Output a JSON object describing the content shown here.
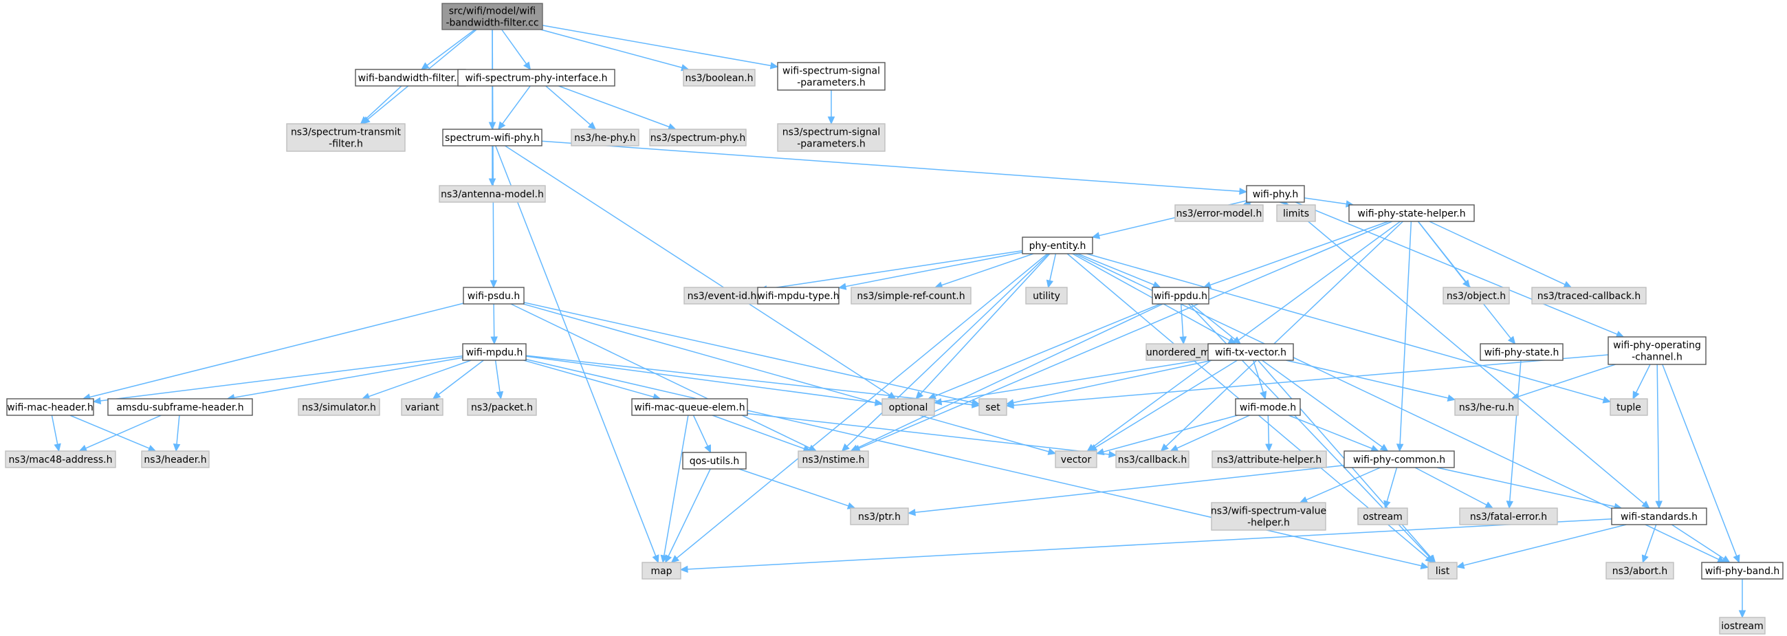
{
  "nodes": [
    {
      "id": "root",
      "lines": [
        "src/wifi/model/wifi",
        "-bandwidth-filter.cc"
      ],
      "kind": "root"
    },
    {
      "id": "wbf",
      "lines": [
        "wifi-bandwidth-filter.h"
      ],
      "kind": "internal"
    },
    {
      "id": "wspi",
      "lines": [
        "wifi-spectrum-phy-interface.h"
      ],
      "kind": "internal"
    },
    {
      "id": "boolean",
      "lines": [
        "ns3/boolean.h"
      ],
      "kind": "external"
    },
    {
      "id": "wssp",
      "lines": [
        "wifi-spectrum-signal",
        "-parameters.h"
      ],
      "kind": "internal"
    },
    {
      "id": "stf",
      "lines": [
        "ns3/spectrum-transmit",
        "-filter.h"
      ],
      "kind": "external"
    },
    {
      "id": "swp",
      "lines": [
        "spectrum-wifi-phy.h"
      ],
      "kind": "internal"
    },
    {
      "id": "hephy",
      "lines": [
        "ns3/he-phy.h"
      ],
      "kind": "external"
    },
    {
      "id": "sphy",
      "lines": [
        "ns3/spectrum-phy.h"
      ],
      "kind": "external"
    },
    {
      "id": "ssp",
      "lines": [
        "ns3/spectrum-signal",
        "-parameters.h"
      ],
      "kind": "external"
    },
    {
      "id": "antenna",
      "lines": [
        "ns3/antenna-model.h"
      ],
      "kind": "external"
    },
    {
      "id": "wifiphy",
      "lines": [
        "wifi-phy.h"
      ],
      "kind": "internal"
    },
    {
      "id": "errmodel",
      "lines": [
        "ns3/error-model.h"
      ],
      "kind": "external"
    },
    {
      "id": "limits",
      "lines": [
        "limits"
      ],
      "kind": "external"
    },
    {
      "id": "wpsh",
      "lines": [
        "wifi-phy-state-helper.h"
      ],
      "kind": "internal"
    },
    {
      "id": "phyentity",
      "lines": [
        "phy-entity.h"
      ],
      "kind": "internal"
    },
    {
      "id": "eventid",
      "lines": [
        "ns3/event-id.h"
      ],
      "kind": "external"
    },
    {
      "id": "mpdutype",
      "lines": [
        "wifi-mpdu-type.h"
      ],
      "kind": "internal"
    },
    {
      "id": "simpleref",
      "lines": [
        "ns3/simple-ref-count.h"
      ],
      "kind": "external"
    },
    {
      "id": "utility",
      "lines": [
        "utility"
      ],
      "kind": "external"
    },
    {
      "id": "wppdu",
      "lines": [
        "wifi-ppdu.h"
      ],
      "kind": "internal"
    },
    {
      "id": "object",
      "lines": [
        "ns3/object.h"
      ],
      "kind": "external"
    },
    {
      "id": "traced",
      "lines": [
        "ns3/traced-callback.h"
      ],
      "kind": "external"
    },
    {
      "id": "wpsdu",
      "lines": [
        "wifi-psdu.h"
      ],
      "kind": "internal"
    },
    {
      "id": "unordered",
      "lines": [
        "unordered_map"
      ],
      "kind": "external"
    },
    {
      "id": "wphystate",
      "lines": [
        "wifi-phy-state.h"
      ],
      "kind": "internal"
    },
    {
      "id": "wpoc",
      "lines": [
        "wifi-phy-operating",
        "-channel.h"
      ],
      "kind": "internal"
    },
    {
      "id": "wmpdu",
      "lines": [
        "wifi-mpdu.h"
      ],
      "kind": "internal"
    },
    {
      "id": "txvec",
      "lines": [
        "wifi-tx-vector.h"
      ],
      "kind": "internal"
    },
    {
      "id": "wmh",
      "lines": [
        "wifi-mac-header.h"
      ],
      "kind": "internal"
    },
    {
      "id": "amsdu",
      "lines": [
        "amsdu-subframe-header.h"
      ],
      "kind": "internal"
    },
    {
      "id": "simulator",
      "lines": [
        "ns3/simulator.h"
      ],
      "kind": "external"
    },
    {
      "id": "variant",
      "lines": [
        "variant"
      ],
      "kind": "external"
    },
    {
      "id": "packet",
      "lines": [
        "ns3/packet.h"
      ],
      "kind": "external"
    },
    {
      "id": "wmqe",
      "lines": [
        "wifi-mac-queue-elem.h"
      ],
      "kind": "internal"
    },
    {
      "id": "optional",
      "lines": [
        "optional"
      ],
      "kind": "external"
    },
    {
      "id": "set",
      "lines": [
        "set"
      ],
      "kind": "external"
    },
    {
      "id": "wmode",
      "lines": [
        "wifi-mode.h"
      ],
      "kind": "internal"
    },
    {
      "id": "heru",
      "lines": [
        "ns3/he-ru.h"
      ],
      "kind": "external"
    },
    {
      "id": "tuple",
      "lines": [
        "tuple"
      ],
      "kind": "external"
    },
    {
      "id": "mac48",
      "lines": [
        "ns3/mac48-address.h"
      ],
      "kind": "external"
    },
    {
      "id": "header",
      "lines": [
        "ns3/header.h"
      ],
      "kind": "external"
    },
    {
      "id": "qos",
      "lines": [
        "qos-utils.h"
      ],
      "kind": "internal"
    },
    {
      "id": "nstime",
      "lines": [
        "ns3/nstime.h"
      ],
      "kind": "external"
    },
    {
      "id": "vector",
      "lines": [
        "vector"
      ],
      "kind": "external"
    },
    {
      "id": "callback",
      "lines": [
        "ns3/callback.h"
      ],
      "kind": "external"
    },
    {
      "id": "attrhelper",
      "lines": [
        "ns3/attribute-helper.h"
      ],
      "kind": "external"
    },
    {
      "id": "wpc",
      "lines": [
        "wifi-phy-common.h"
      ],
      "kind": "internal"
    },
    {
      "id": "ptr",
      "lines": [
        "ns3/ptr.h"
      ],
      "kind": "external"
    },
    {
      "id": "wsvh",
      "lines": [
        "ns3/wifi-spectrum-value",
        "-helper.h"
      ],
      "kind": "external"
    },
    {
      "id": "ostream",
      "lines": [
        "ostream"
      ],
      "kind": "external"
    },
    {
      "id": "fatal",
      "lines": [
        "ns3/fatal-error.h"
      ],
      "kind": "external"
    },
    {
      "id": "wstd",
      "lines": [
        "wifi-standards.h"
      ],
      "kind": "internal"
    },
    {
      "id": "map",
      "lines": [
        "map"
      ],
      "kind": "external"
    },
    {
      "id": "list",
      "lines": [
        "list"
      ],
      "kind": "external"
    },
    {
      "id": "abort",
      "lines": [
        "ns3/abort.h"
      ],
      "kind": "external"
    },
    {
      "id": "wpband",
      "lines": [
        "wifi-phy-band.h"
      ],
      "kind": "internal"
    },
    {
      "id": "iostream",
      "lines": [
        "iostream"
      ],
      "kind": "external"
    }
  ],
  "edges": [
    [
      "root",
      "wbf"
    ],
    [
      "root",
      "wspi"
    ],
    [
      "root",
      "boolean"
    ],
    [
      "root",
      "wssp"
    ],
    [
      "root",
      "stf"
    ],
    [
      "root",
      "swp"
    ],
    [
      "root",
      "wpsdu"
    ],
    [
      "wbf",
      "stf"
    ],
    [
      "wspi",
      "swp"
    ],
    [
      "wspi",
      "hephy"
    ],
    [
      "wspi",
      "sphy"
    ],
    [
      "wssp",
      "ssp"
    ],
    [
      "swp",
      "antenna"
    ],
    [
      "swp",
      "wifiphy"
    ],
    [
      "swp",
      "map"
    ],
    [
      "swp",
      "optional"
    ],
    [
      "wifiphy",
      "phyentity"
    ],
    [
      "wifiphy",
      "errmodel"
    ],
    [
      "wifiphy",
      "limits"
    ],
    [
      "wifiphy",
      "wpsh"
    ],
    [
      "wifiphy",
      "wpoc"
    ],
    [
      "wifiphy",
      "wstd"
    ],
    [
      "phyentity",
      "eventid"
    ],
    [
      "phyentity",
      "mpdutype"
    ],
    [
      "phyentity",
      "simpleref"
    ],
    [
      "phyentity",
      "utility"
    ],
    [
      "phyentity",
      "wppdu"
    ],
    [
      "phyentity",
      "txvec"
    ],
    [
      "phyentity",
      "optional"
    ],
    [
      "phyentity",
      "map"
    ],
    [
      "phyentity",
      "list"
    ],
    [
      "phyentity",
      "tuple"
    ],
    [
      "phyentity",
      "nstime"
    ],
    [
      "phyentity",
      "wpband"
    ],
    [
      "wpsh",
      "object"
    ],
    [
      "wpsh",
      "traced"
    ],
    [
      "wpsh",
      "wppdu"
    ],
    [
      "wpsh",
      "wphystate"
    ],
    [
      "wpsh",
      "wpc"
    ],
    [
      "wpsh",
      "nstime"
    ],
    [
      "wpsh",
      "callback"
    ],
    [
      "wpsh",
      "vector"
    ],
    [
      "wppdu",
      "unordered"
    ],
    [
      "wppdu",
      "txvec"
    ],
    [
      "wppdu",
      "optional"
    ],
    [
      "wppdu",
      "nstime"
    ],
    [
      "wppdu",
      "list"
    ],
    [
      "wpsdu",
      "wmpdu"
    ],
    [
      "wpsdu",
      "wmh"
    ],
    [
      "wpsdu",
      "set"
    ],
    [
      "wpsdu",
      "nstime"
    ],
    [
      "wpsdu",
      "vector"
    ],
    [
      "wmpdu",
      "wmh"
    ],
    [
      "wmpdu",
      "amsdu"
    ],
    [
      "wmpdu",
      "simulator"
    ],
    [
      "wmpdu",
      "variant"
    ],
    [
      "wmpdu",
      "packet"
    ],
    [
      "wmpdu",
      "wmqe"
    ],
    [
      "wmpdu",
      "optional"
    ],
    [
      "wmpdu",
      "set"
    ],
    [
      "wmpdu",
      "list"
    ],
    [
      "wmh",
      "mac48"
    ],
    [
      "wmh",
      "header"
    ],
    [
      "amsdu",
      "mac48"
    ],
    [
      "amsdu",
      "header"
    ],
    [
      "wmqe",
      "qos"
    ],
    [
      "wmqe",
      "nstime"
    ],
    [
      "wmqe",
      "callback"
    ],
    [
      "wmqe",
      "map"
    ],
    [
      "qos",
      "ptr"
    ],
    [
      "qos",
      "map"
    ],
    [
      "txvec",
      "wmode"
    ],
    [
      "txvec",
      "wpc"
    ],
    [
      "txvec",
      "heru"
    ],
    [
      "txvec",
      "optional"
    ],
    [
      "txvec",
      "set"
    ],
    [
      "txvec",
      "vector"
    ],
    [
      "txvec",
      "list"
    ],
    [
      "wmode",
      "callback"
    ],
    [
      "wmode",
      "attrhelper"
    ],
    [
      "wmode",
      "wpc"
    ],
    [
      "wmode",
      "vector"
    ],
    [
      "wphystate",
      "fatal"
    ],
    [
      "wpoc",
      "set"
    ],
    [
      "wpoc",
      "tuple"
    ],
    [
      "wpoc",
      "heru"
    ],
    [
      "wpoc",
      "wstd"
    ],
    [
      "wpoc",
      "wpband"
    ],
    [
      "wpc",
      "ptr"
    ],
    [
      "wpc",
      "wsvh"
    ],
    [
      "wpc",
      "ostream"
    ],
    [
      "wpc",
      "fatal"
    ],
    [
      "wpc",
      "wstd"
    ],
    [
      "wstd",
      "map"
    ],
    [
      "wstd",
      "list"
    ],
    [
      "wstd",
      "abort"
    ],
    [
      "wstd",
      "wpband"
    ],
    [
      "wpband",
      "iostream"
    ]
  ]
}
